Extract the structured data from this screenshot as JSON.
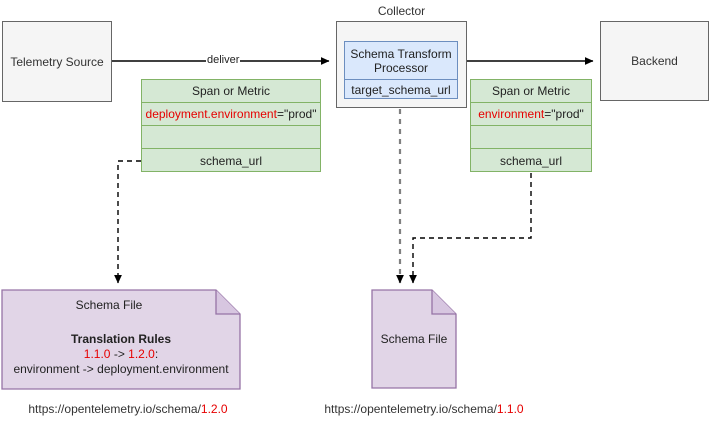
{
  "diagram": {
    "title": "OpenTelemetry Schema Transform Processor flow",
    "colors": {
      "plain_fill": "#f5f5f5",
      "plain_stroke": "#666666",
      "green_fill": "#d5e8d4",
      "green_stroke": "#82b366",
      "blue_fill": "#dae8fc",
      "blue_stroke": "#6c8ebf",
      "purple_fill": "#e1d5e7",
      "purple_stroke": "#9673a6",
      "accent_red": "#e60000",
      "edge_black": "#000000",
      "edge_gray": "#808080"
    }
  },
  "nodes": {
    "telemetry_source": {
      "label": "Telemetry Source"
    },
    "collector": {
      "label": "Collector"
    },
    "processor": {
      "title": "Schema Transform Processor",
      "row": "target_schema_url"
    },
    "backend": {
      "label": "Backend"
    },
    "span_left": {
      "header": "Span or Metric",
      "attr_key": "deployment.environment",
      "attr_val": "=\"prod\"",
      "blank": "",
      "schema_url": "schema_url"
    },
    "span_right": {
      "header": "Span or Metric",
      "attr_key": "environment",
      "attr_val": "=\"prod\"",
      "blank": "",
      "schema_url": "schema_url"
    },
    "schema_file_left": {
      "label": "Schema File",
      "rules_title": "Translation Rules",
      "rules_from": "1.1.0",
      "rules_arrow": " -> ",
      "rules_to": "1.2.0",
      "rules_colon": ":",
      "rules_mapping": "environment -> deployment.environment",
      "url_prefix": "https://opentelemetry.io/schema/",
      "url_version": "1.2.0"
    },
    "schema_file_right": {
      "label": "Schema File",
      "url_prefix": "https://opentelemetry.io/schema/",
      "url_version": "1.1.0"
    }
  },
  "edges": {
    "deliver": {
      "label": "deliver"
    }
  }
}
